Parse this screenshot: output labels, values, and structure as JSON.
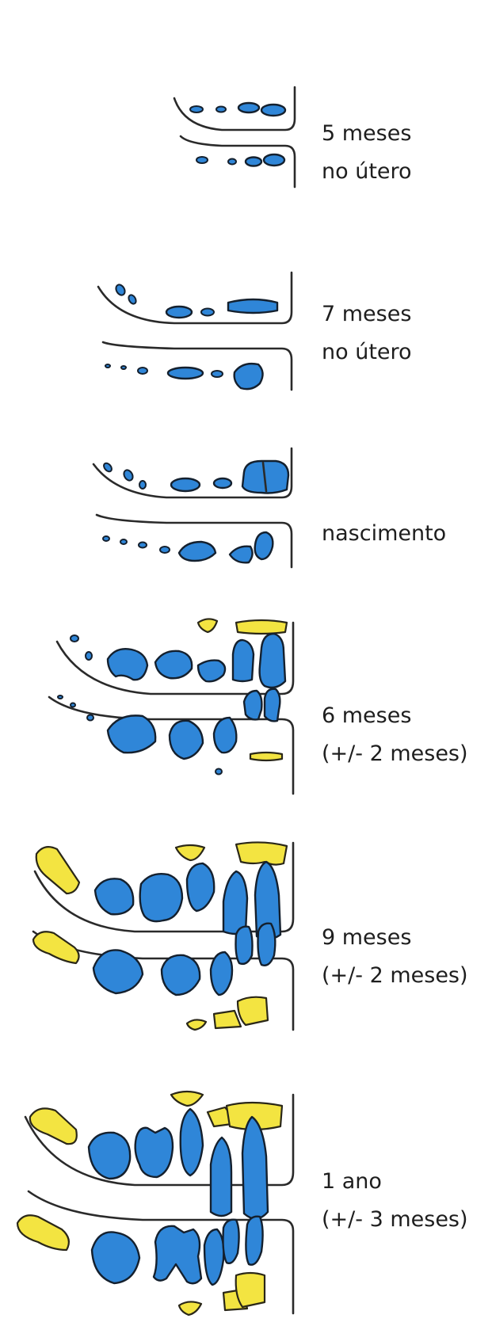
{
  "stages": [
    {
      "id": "5m",
      "line1": "5 meses",
      "line2": "no útero"
    },
    {
      "id": "7m",
      "line1": "7 meses",
      "line2": "no útero"
    },
    {
      "id": "birth",
      "line1": "nascimento",
      "line2": ""
    },
    {
      "id": "6mo",
      "line1": "6 meses",
      "line2": "(+/- 2 meses)"
    },
    {
      "id": "9mo",
      "line1": "9 meses",
      "line2": "(+/- 2 meses)"
    },
    {
      "id": "1y",
      "line1": "1 ano",
      "line2": "(+/- 3 meses)"
    }
  ],
  "colors": {
    "primary_teeth": "#2f86d8",
    "permanent_teeth": "#f3e441",
    "outline": "#1b1b1b",
    "text": "#1e1e1e"
  }
}
